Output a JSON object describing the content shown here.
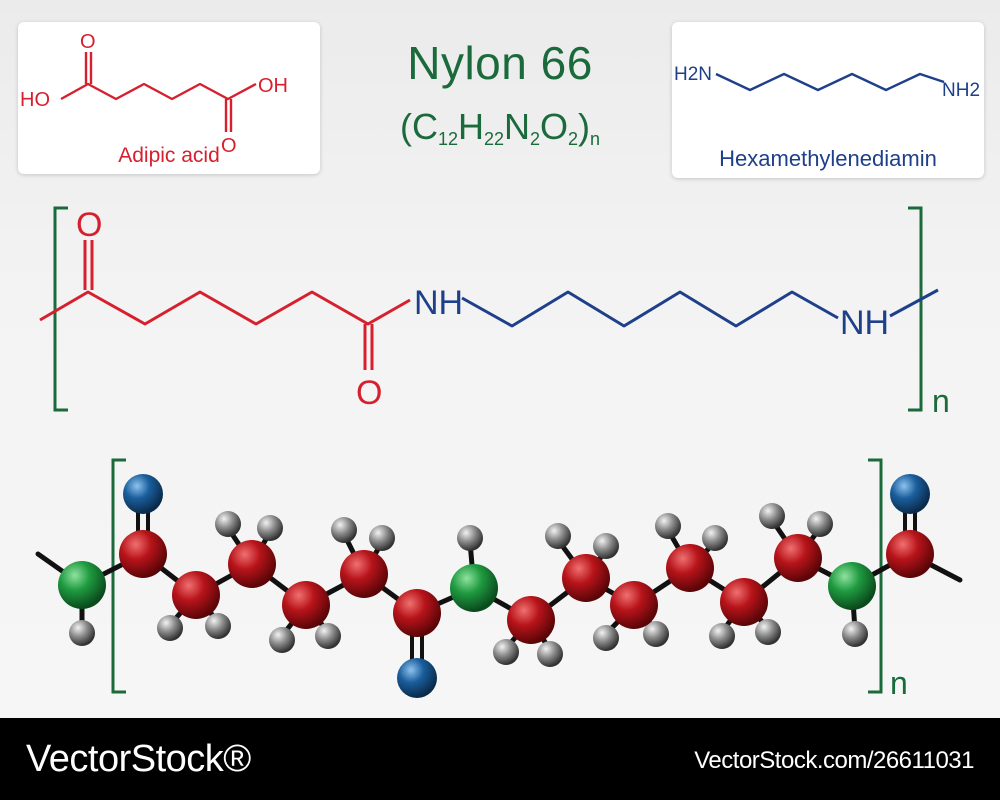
{
  "title": "Nylon 66",
  "formula": {
    "open": "(",
    "C": "C",
    "c_count": "12",
    "H": "H",
    "h_count": "22",
    "N": "N",
    "n_count": "2",
    "O": "O",
    "o_count": "2",
    "close": ")",
    "repeat": "n"
  },
  "adipic_acid": {
    "caption": "Adipic acid",
    "left_hydroxyl": "HO",
    "right_hydroxyl": "OH",
    "left_oxygen": "O",
    "right_oxygen": "O"
  },
  "hexamethylenediamine": {
    "caption": "Hexamethylenediamin",
    "left_amine": "H2N",
    "right_amine": "NH2"
  },
  "polymer_structure": {
    "top_oxygen": "O",
    "bottom_oxygen": "O",
    "amide_nh_1": "NH",
    "amide_nh_2": "NH",
    "repeat_label": "n"
  },
  "ball_model": {
    "repeat_label": "n"
  },
  "colors": {
    "acid_red": "#d6202e",
    "amine_blue": "#1e3f8a",
    "title_green": "#1a6a3c",
    "carbon_atom": "#b7141a",
    "nitrogen_atom": "#1f9a40",
    "oxygen_atom": "#1a5e9c",
    "hydrogen_atom": "#8a8a8a"
  },
  "footer": {
    "logo": "VectorStock®",
    "url": "VectorStock.com/26611031"
  }
}
